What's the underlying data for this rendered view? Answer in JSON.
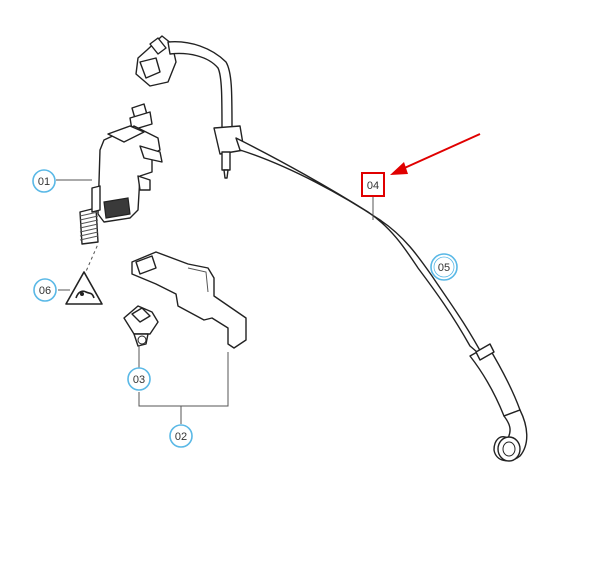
{
  "callouts": {
    "c01": "01",
    "c02": "02",
    "c03": "03",
    "c04": "04",
    "c05": "05",
    "c06": "06"
  },
  "colors": {
    "callout_circle": "#59b8e6",
    "highlight_box": "#e00000",
    "arrow": "#e00000",
    "line_art": "#222222"
  }
}
